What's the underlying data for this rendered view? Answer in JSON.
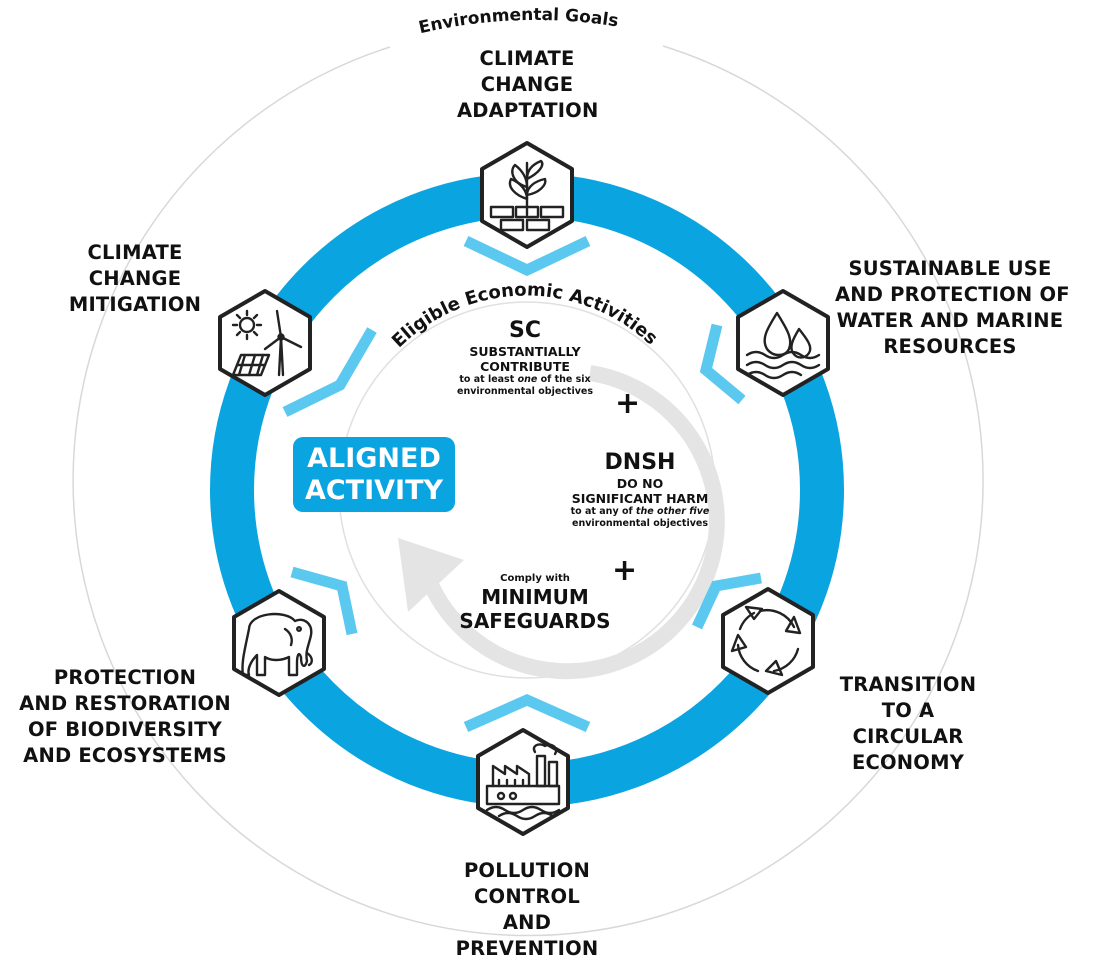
{
  "ring_title": "Environmental Goals",
  "inner_title": "Eligible Economic Activities",
  "aligned": {
    "line1": "ALIGNED",
    "line2": "ACTIVITY"
  },
  "sc": {
    "abbr": "SC",
    "line1": "SUBSTANTIALLY",
    "line2": "CONTRIBUTE",
    "desc1_pre": "to at least ",
    "desc1_em": "one",
    "desc1_post": " of the six",
    "desc2": "environmental objectives"
  },
  "dnsh": {
    "abbr": "DNSH",
    "line1": "DO NO",
    "line2": "SIGNIFICANT HARM",
    "desc1_pre": "to at any of ",
    "desc1_em": "the other five",
    "desc2": "environmental objectives"
  },
  "ms": {
    "pre": "Comply with",
    "line1": "MINIMUM",
    "line2": "SAFEGUARDS"
  },
  "plus_symbol": "+",
  "goals": {
    "adaptation": [
      "CLIMATE",
      "CHANGE",
      "ADAPTATION"
    ],
    "water": [
      "SUSTAINABLE USE",
      "AND PROTECTION OF",
      "WATER AND MARINE",
      "RESOURCES"
    ],
    "circular": [
      "TRANSITION",
      "TO A",
      "CIRCULAR",
      "ECONOMY"
    ],
    "pollution": [
      "POLLUTION",
      "CONTROL",
      "AND",
      "PREVENTION"
    ],
    "biodiversity": [
      "PROTECTION",
      "AND RESTORATION",
      "OF BIODIVERSITY",
      "AND ECOSYSTEMS"
    ],
    "mitigation": [
      "CLIMATE",
      "CHANGE",
      "MITIGATION"
    ]
  },
  "icons": {
    "adaptation": "plant-sprout-icon",
    "water": "water-drops-waves-icon",
    "circular": "circular-arrows-icon",
    "pollution": "factory-pollution-icon",
    "biodiversity": "elephant-icon",
    "mitigation": "sun-wind-solar-icon"
  },
  "colors": {
    "ring": "#0aa4e0",
    "chevron": "#5bc8f0",
    "arrow": "#e4e4e4",
    "outline": "#222222",
    "thin_circle": "#d8d8d8"
  }
}
